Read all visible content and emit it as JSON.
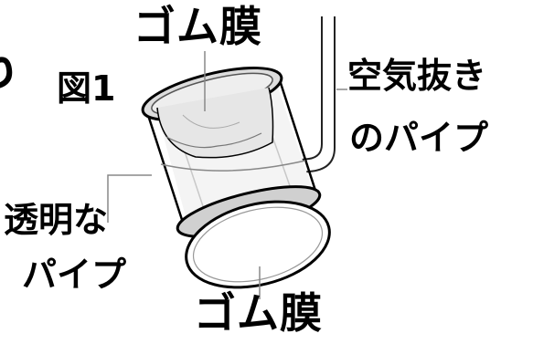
{
  "figure_label": "図1",
  "labels": {
    "top_membrane": "ゴム膜",
    "air_vent_line1": "空気抜き",
    "air_vent_line2": "のパイプ",
    "clear_pipe_line1": "透明な",
    "clear_pipe_line2": "パイプ",
    "bottom_membrane": "ゴム膜"
  }
}
